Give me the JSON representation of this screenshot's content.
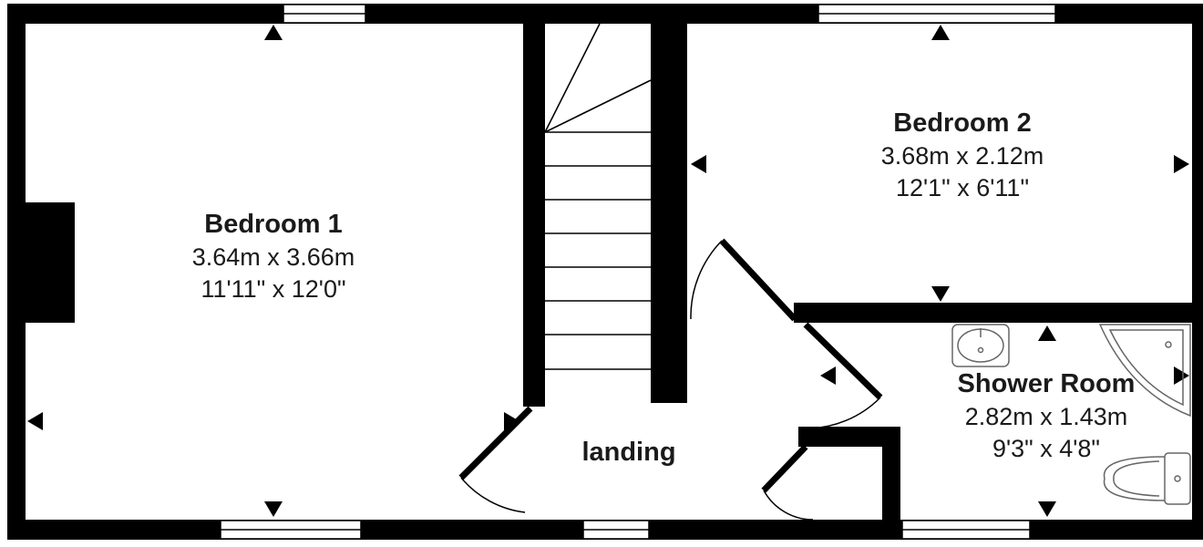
{
  "rooms": {
    "bedroom1": {
      "name": "Bedroom 1",
      "metric": "3.64m x 3.66m",
      "imperial": "11'11\" x 12'0\""
    },
    "bedroom2": {
      "name": "Bedroom 2",
      "metric": "3.68m x 2.12m",
      "imperial": "12'1\" x 6'11\""
    },
    "shower": {
      "name": "Shower Room",
      "metric": "2.82m x 1.43m",
      "imperial": "9'3\" x 4'8\""
    },
    "landing": {
      "name": "landing"
    }
  },
  "colors": {
    "wall": "#000000",
    "fixture_stroke": "#444444",
    "background": "#ffffff"
  },
  "icons": [
    "arrow-up-icon",
    "arrow-down-icon",
    "arrow-left-icon",
    "arrow-right-icon",
    "basin-icon",
    "shower-tray-icon",
    "toilet-icon",
    "staircase"
  ]
}
